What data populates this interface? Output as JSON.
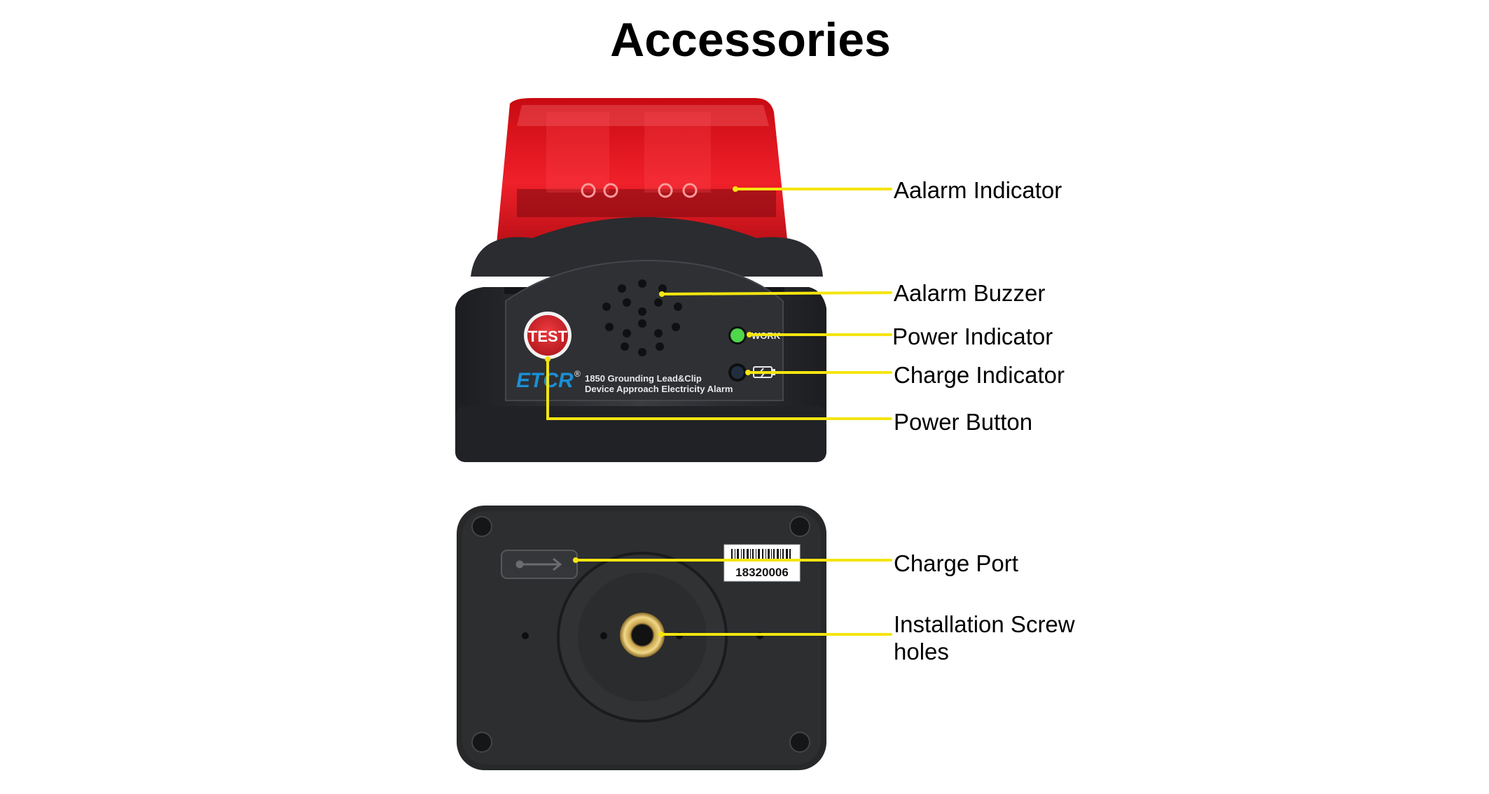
{
  "title": "Accessories",
  "device": {
    "test_button": "TEST",
    "brand": "ETCR",
    "registered": "®",
    "model_line1": "1850 Grounding Lead&Clip",
    "model_line2": "Device Approach Electricity Alarm",
    "work_label": "WORK",
    "serial_number": "18320006"
  },
  "callouts": [
    {
      "label": "Aalarm Indicator"
    },
    {
      "label": "Aalarm Buzzer"
    },
    {
      "label": "Power Indicator"
    },
    {
      "label": "Charge Indicator"
    },
    {
      "label": "Power Button"
    },
    {
      "label": "Charge Port"
    },
    {
      "label": "Installation Screw holes"
    }
  ],
  "colors": {
    "leader_line": "#f5e50f",
    "lens_red": "#e0141c",
    "body_dark": "#26282b",
    "test_red": "#d8262c",
    "brand_blue": "#1b8fd6",
    "work_led": "#4fd64a"
  }
}
